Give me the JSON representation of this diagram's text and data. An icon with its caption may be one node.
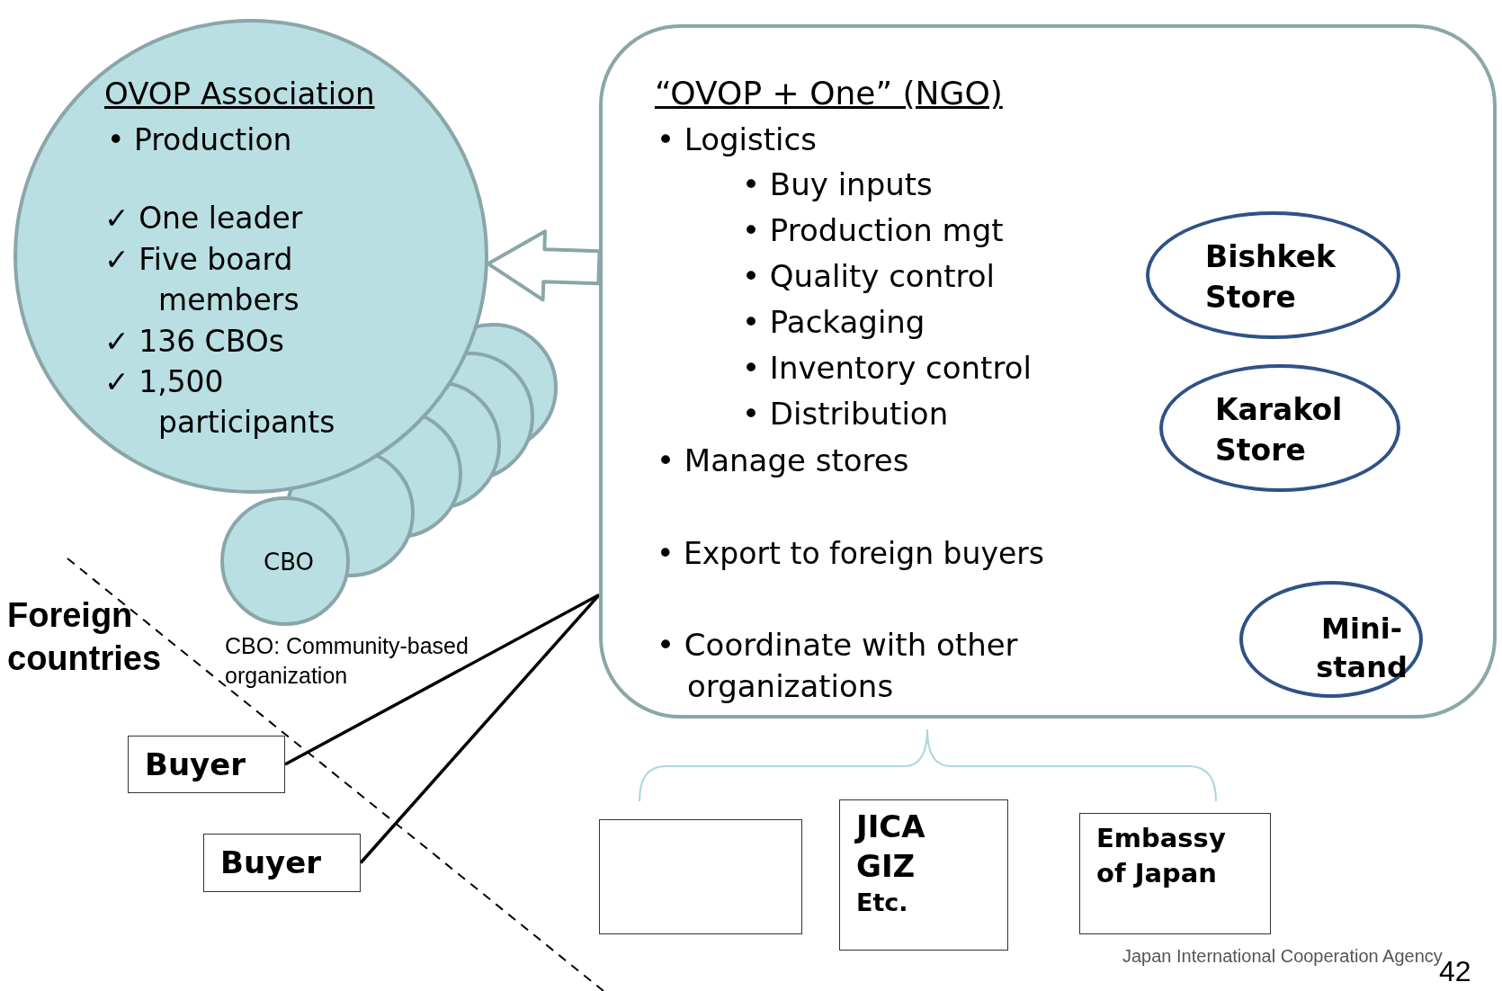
{
  "diagram": {
    "nodes": [
      {
        "text": [
          "OVOP Association",
          "• Production",
          "✓ One leader",
          "✓ Five board members",
          "✓ 136 CBOs",
          "✓ 1,500 participants"
        ]
      },
      {
        "text": [
          "CBO"
        ]
      },
      {
        "text": [
          "“OVOP + One” (NGO)",
          "• Logistics",
          "• Buy inputs",
          "• Production mgt",
          "• Quality control",
          "• Packaging",
          "• Inventory control",
          "• Distribution",
          "• Manage stores",
          "• Export to foreign buyers",
          "• Coordinate with other organizations"
        ]
      },
      {
        "text": [
          "Bishkek Store"
        ],
        "in": 2
      },
      {
        "text": [
          "Karakol Store"
        ],
        "in": 2
      },
      {
        "text": [
          "Mini-stand"
        ],
        "in": 2
      },
      {
        "text": [
          "Buyer"
        ]
      },
      {
        "text": [
          "Buyer"
        ]
      },
      {
        "text": [],
        "shape": "box"
      },
      {
        "text": [
          "JICA",
          "GIZ",
          "Etc."
        ]
      },
      {
        "text": [
          "Embassy of Japan"
        ]
      }
    ],
    "edges": [
      {
        "from": 2,
        "to": 0,
        "arrow": "to"
      },
      {
        "from": 2,
        "to": 6,
        "arrow": "none"
      },
      {
        "from": 2,
        "to": 7,
        "arrow": "none"
      }
    ],
    "labels": [
      "CBO: Community-based organization",
      "Foreign countries",
      "Japan International Cooperation Agency",
      "42"
    ]
  }
}
